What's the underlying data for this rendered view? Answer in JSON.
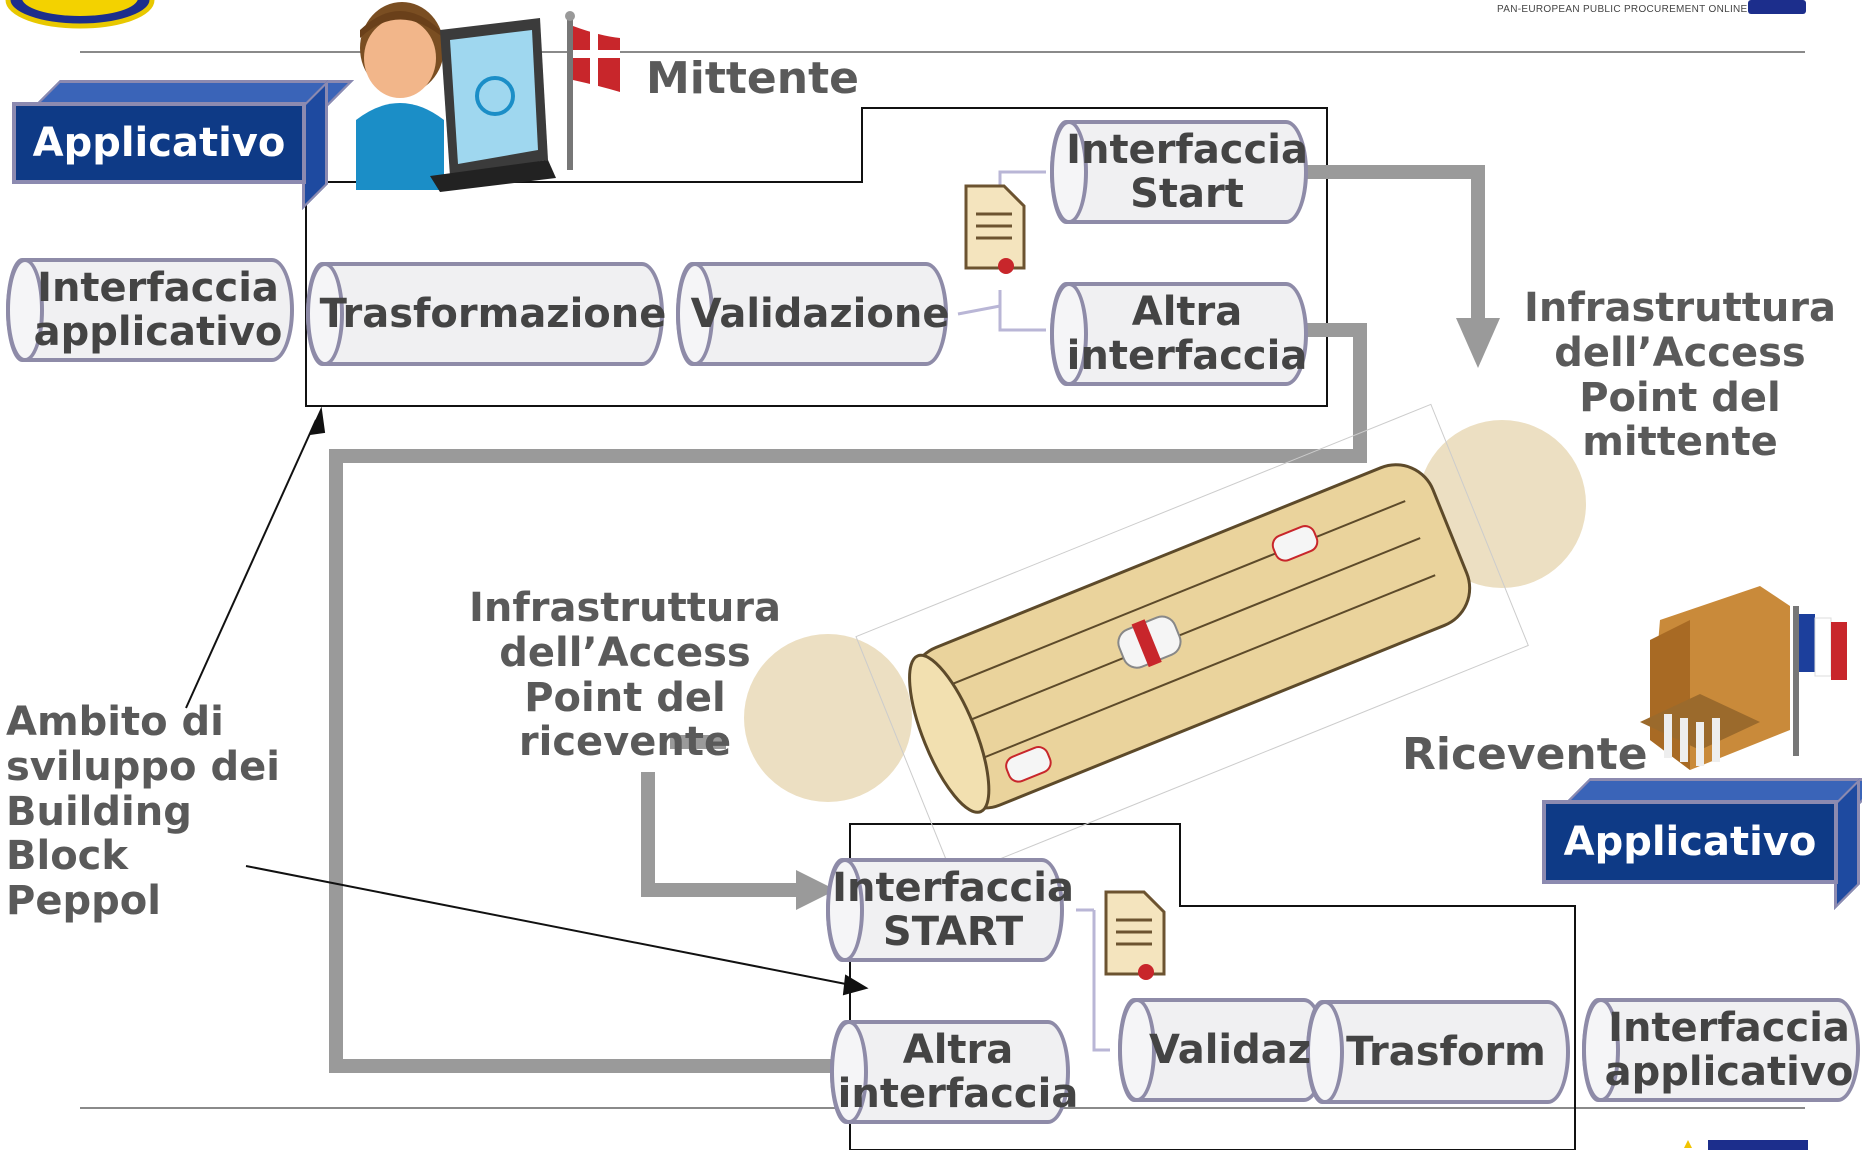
{
  "header": {
    "logo_text": "PAN-EUROPEAN PUBLIC PROCUREMENT ONLINE"
  },
  "sender": {
    "title": "Mittente",
    "app_label": "Applicativo",
    "interfaces": {
      "app_interface": "Interfaccia applicativo",
      "transform": "Trasformazione",
      "validate": "Validazione",
      "start": "Interfaccia Start",
      "other": "Altra interfaccia"
    },
    "infra_label": "Infrastruttura dell’Access Point del mittente"
  },
  "receiver": {
    "title": "Ricevente",
    "app_label": "Applicativo",
    "interfaces": {
      "start": "Interfaccia START",
      "other": "Altra interfaccia",
      "validate": "Validaz",
      "transform": "Trasform",
      "app_interface": "Interfaccia applicativo"
    },
    "infra_label": "Infrastruttura dell’Access Point del ricevente"
  },
  "scope_label": "Ambito di sviluppo dei Building Block Peppol",
  "colors": {
    "app_blue": "#0e3a86",
    "cyl_border": "#8e8ba8",
    "connector_gray": "#9a9a9a",
    "text_gray": "#5a5a5a",
    "ap_circle": "#ecdfc2"
  },
  "icons": {
    "sender_figure": "user-laptop-icon",
    "sender_flag": "danish-flag-icon",
    "receiver_building": "government-building-icon",
    "receiver_flag": "french-flag-icon",
    "document": "certificate-document-icon",
    "network": "pipe-bundle-icon"
  }
}
